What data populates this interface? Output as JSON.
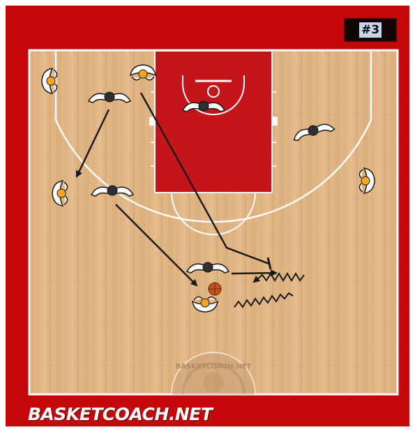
{
  "play_number": "#3",
  "brand_footer": "BASKETCOACH.NET",
  "watermark_text": "BASKETCOACH.NET",
  "colors": {
    "frame_red": "#c4080b",
    "paint_red": "#c4151a",
    "court_wood": "#e0b383",
    "court_line": "#ffffff",
    "arrow": "#1a1a1a",
    "offense_player": "#f5a623",
    "defense_player": "#333333",
    "ball": "#c0521e"
  },
  "players": {
    "offense": [
      {
        "id": "o-left-corner-top"
      },
      {
        "id": "o-top-left-elbow"
      },
      {
        "id": "o-left-wing"
      },
      {
        "id": "o-right-wing"
      },
      {
        "id": "o-ball-handler"
      }
    ],
    "defense": [
      {
        "id": "d-left-top"
      },
      {
        "id": "d-center"
      },
      {
        "id": "d-right"
      },
      {
        "id": "d-left-wing"
      },
      {
        "id": "d-screener-high"
      }
    ]
  },
  "actions": [
    {
      "type": "pass-cut",
      "label": "cut-left-top-to-wing"
    },
    {
      "type": "cut",
      "label": "cut-wing-to-ball"
    },
    {
      "type": "screen",
      "label": "screen-elbow-to-top"
    },
    {
      "type": "dribble",
      "label": "dribble-handoff"
    }
  ],
  "icons": {
    "ball": "basketball-icon",
    "offense": "offense-player-icon",
    "defense": "defense-player-icon"
  }
}
